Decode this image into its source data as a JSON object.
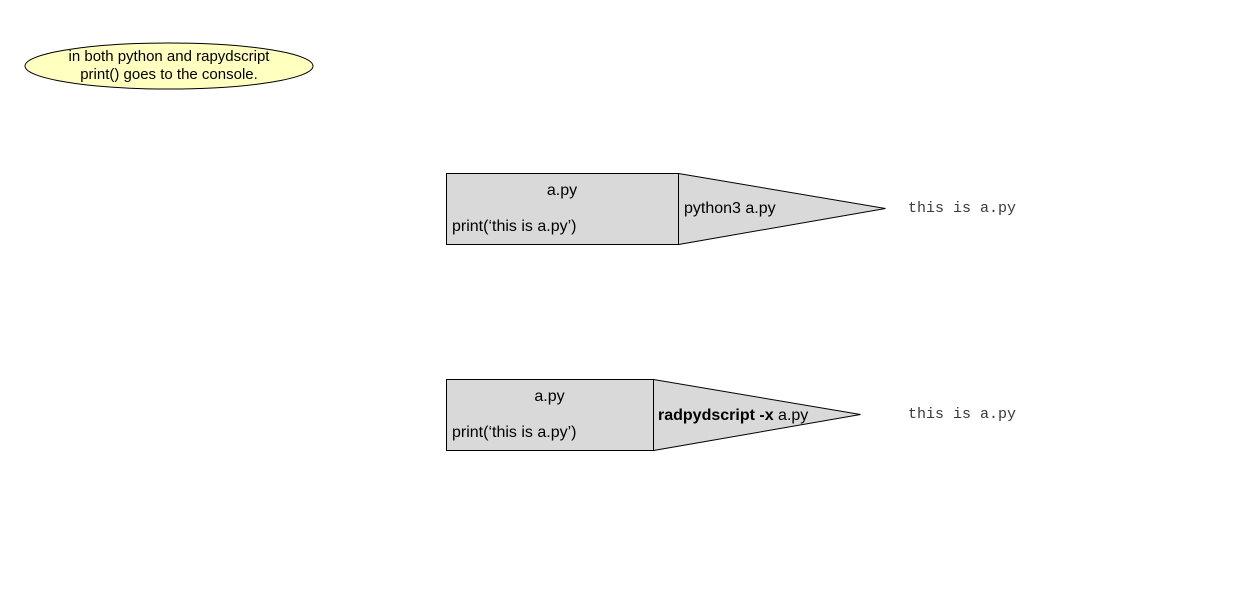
{
  "note": {
    "line1": "in both python and rapydscript",
    "line2": "print() goes to the console."
  },
  "flows": [
    {
      "file_title": "a.py",
      "file_code": "print(‘this is a.py’)",
      "command_bold": "",
      "command_plain": "python3 a.py",
      "output": "this is a.py"
    },
    {
      "file_title": "a.py",
      "file_code": "print(‘this is a.py’)",
      "command_bold": "radpydscript -x",
      "command_plain": " a.py",
      "output": "this is a.py"
    }
  ],
  "colors": {
    "note_fill": "#ffffc0",
    "box_fill": "#d9d9d9",
    "stroke": "#000000"
  }
}
